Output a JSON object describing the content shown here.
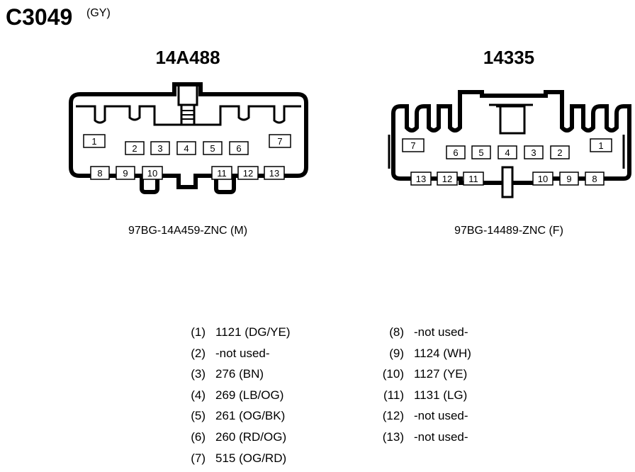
{
  "connector": {
    "id": "C3049",
    "color_code": "(GY)"
  },
  "male": {
    "title": "14A488",
    "part_number": "97BG-14A459-ZNC (M)",
    "pins": [
      "1",
      "2",
      "3",
      "4",
      "5",
      "6",
      "7",
      "8",
      "9",
      "10",
      "11",
      "12",
      "13"
    ]
  },
  "female": {
    "title": "14335",
    "part_number": "97BG-14489-ZNC (F)",
    "pins": [
      "7",
      "6",
      "5",
      "4",
      "3",
      "2",
      "1",
      "13",
      "12",
      "11",
      "10",
      "9",
      "8"
    ]
  },
  "pinout_left": [
    {
      "pin": "(1)",
      "circuit": "1121 (DG/YE)"
    },
    {
      "pin": "(2)",
      "circuit": "-not used-"
    },
    {
      "pin": "(3)",
      "circuit": "276 (BN)"
    },
    {
      "pin": "(4)",
      "circuit": "269 (LB/OG)"
    },
    {
      "pin": "(5)",
      "circuit": "261 (OG/BK)"
    },
    {
      "pin": "(6)",
      "circuit": "260 (RD/OG)"
    },
    {
      "pin": "(7)",
      "circuit": "515 (OG/RD)"
    }
  ],
  "pinout_right": [
    {
      "pin": "(8)",
      "circuit": "-not used-"
    },
    {
      "pin": "(9)",
      "circuit": "1124 (WH)"
    },
    {
      "pin": "(10)",
      "circuit": "1127 (YE)"
    },
    {
      "pin": "(11)",
      "circuit": "1131 (LG)"
    },
    {
      "pin": "(12)",
      "circuit": "-not used-"
    },
    {
      "pin": "(13)",
      "circuit": "-not used-"
    }
  ]
}
